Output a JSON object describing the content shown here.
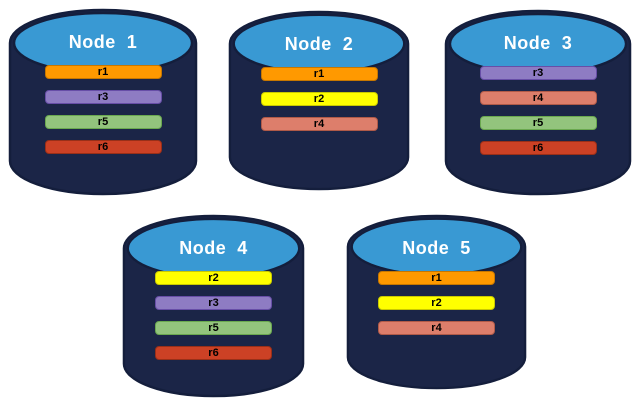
{
  "colors": {
    "body": "#1B2547",
    "outline": "#141E3C",
    "top": "#3999D3",
    "title_text": "#FFFFFF",
    "bar_text": "#000000"
  },
  "nodes": [
    {
      "label": "Node  1",
      "replicas": [
        {
          "label": "r1",
          "color": "#FF9900",
          "border": "#C77700"
        },
        {
          "label": "r3",
          "color": "#8E7CC3",
          "border": "#674EA7"
        },
        {
          "label": "r5",
          "color": "#93C47D",
          "border": "#6AA84F"
        },
        {
          "label": "r6",
          "color": "#CC4125",
          "border": "#992F18"
        }
      ]
    },
    {
      "label": "Node  2",
      "replicas": [
        {
          "label": "r1",
          "color": "#FF9900",
          "border": "#C77700"
        },
        {
          "label": "r2",
          "color": "#FFFF00",
          "border": "#C9C900"
        },
        {
          "label": "r4",
          "color": "#DD7E6B",
          "border": "#B05A48"
        }
      ]
    },
    {
      "label": "Node  3",
      "replicas": [
        {
          "label": "r3",
          "color": "#8E7CC3",
          "border": "#674EA7"
        },
        {
          "label": "r4",
          "color": "#DD7E6B",
          "border": "#B05A48"
        },
        {
          "label": "r5",
          "color": "#93C47D",
          "border": "#6AA84F"
        },
        {
          "label": "r6",
          "color": "#CC4125",
          "border": "#992F18"
        }
      ]
    },
    {
      "label": "Node  4",
      "replicas": [
        {
          "label": "r2",
          "color": "#FFFF00",
          "border": "#C9C900"
        },
        {
          "label": "r3",
          "color": "#8E7CC3",
          "border": "#674EA7"
        },
        {
          "label": "r5",
          "color": "#93C47D",
          "border": "#6AA84F"
        },
        {
          "label": "r6",
          "color": "#CC4125",
          "border": "#992F18"
        }
      ]
    },
    {
      "label": "Node  5",
      "replicas": [
        {
          "label": "r1",
          "color": "#FF9900",
          "border": "#C77700"
        },
        {
          "label": "r2",
          "color": "#FFFF00",
          "border": "#C9C900"
        },
        {
          "label": "r4",
          "color": "#DD7E6B",
          "border": "#B05A48"
        }
      ]
    }
  ]
}
